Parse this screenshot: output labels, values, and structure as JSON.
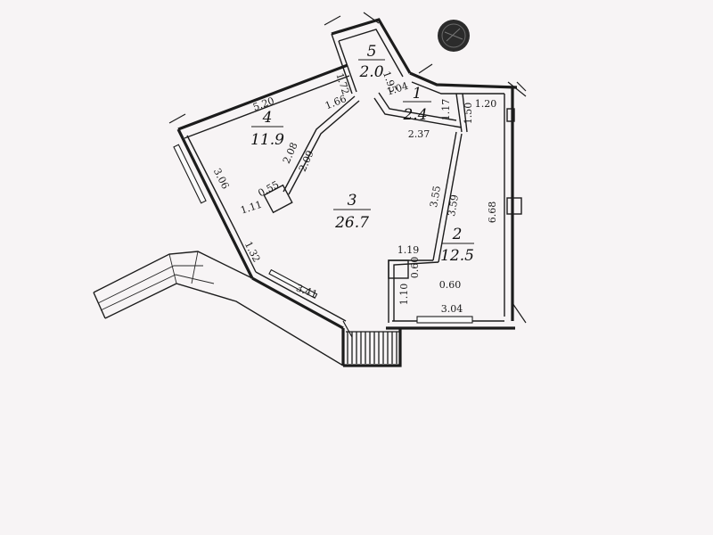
{
  "floor_plan": {
    "rooms": [
      {
        "number": "2",
        "area": "12.5"
      },
      {
        "number": "3",
        "area": "26.7"
      },
      {
        "number": "4",
        "area": "11.9"
      },
      {
        "number": "5",
        "area": "2.0"
      },
      {
        "number": "1",
        "area": "2.4"
      }
    ],
    "dimensions": [
      "5.20",
      "1.72",
      "1.66",
      "2.08",
      "2.09",
      "3.06",
      "0.55",
      "1.11",
      "1.32",
      "3.41",
      "1.95",
      "1.17",
      "1.04",
      "1.50",
      "1.20",
      "2.37",
      "3.55",
      "3.59",
      "6.68",
      "1.19",
      "0.60",
      "1.10",
      "0.60",
      "3.04"
    ]
  }
}
